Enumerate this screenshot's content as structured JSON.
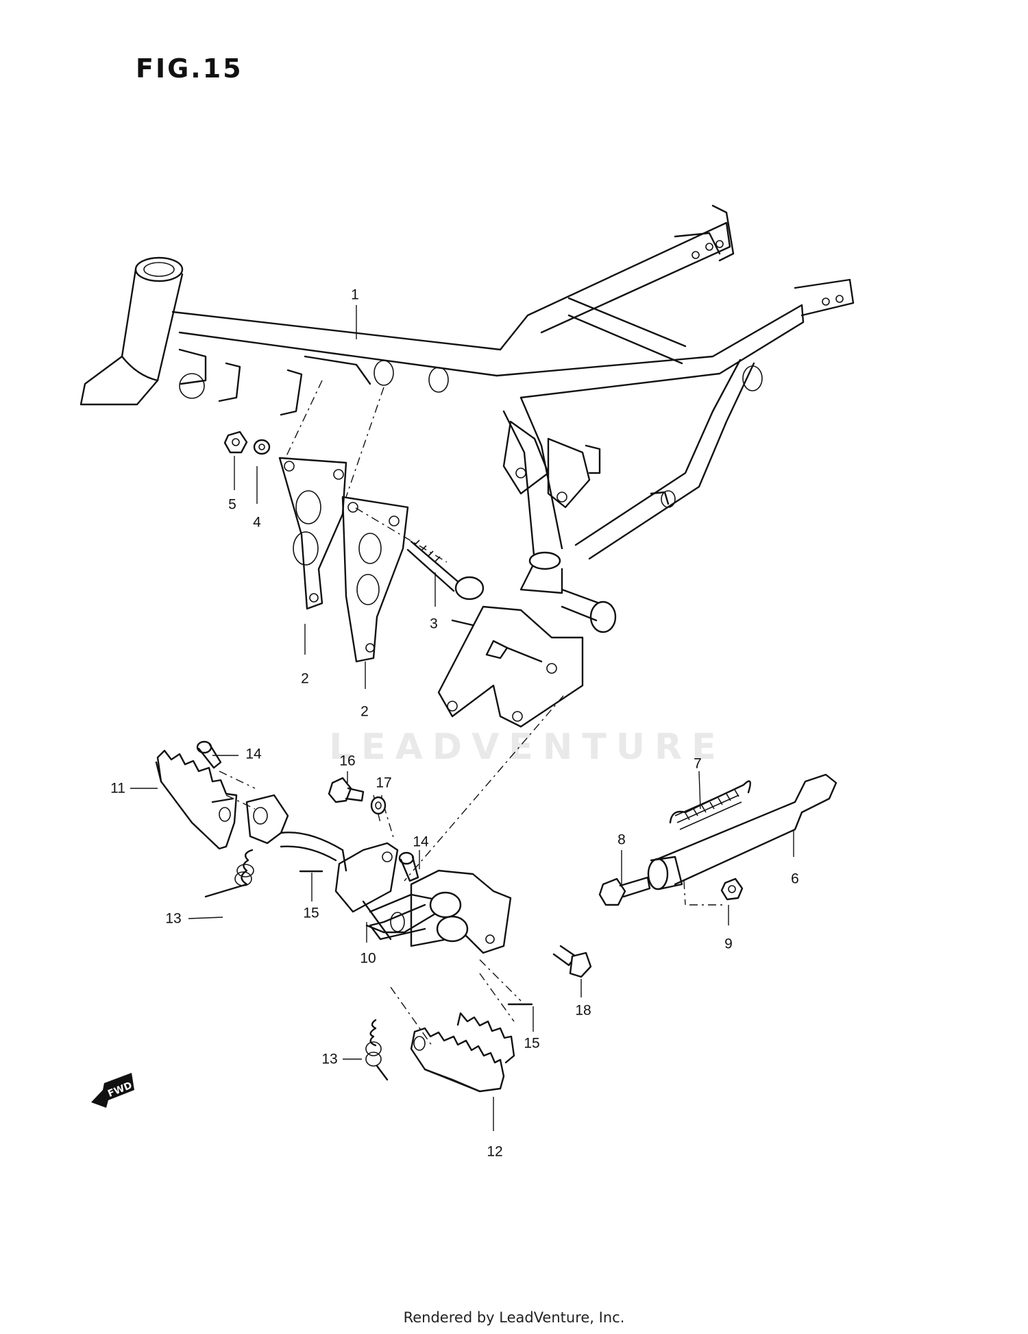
{
  "figure": {
    "title": "FIG.15"
  },
  "watermark": "LEADVENTURE",
  "footer": "Rendered by LeadVenture, Inc.",
  "fwd_badge": "FWD",
  "callouts": [
    {
      "id": "1",
      "text": "1"
    },
    {
      "id": "2a",
      "text": "2"
    },
    {
      "id": "2b",
      "text": "2"
    },
    {
      "id": "3",
      "text": "3"
    },
    {
      "id": "4",
      "text": "4"
    },
    {
      "id": "5",
      "text": "5"
    },
    {
      "id": "6",
      "text": "6"
    },
    {
      "id": "7",
      "text": "7"
    },
    {
      "id": "8",
      "text": "8"
    },
    {
      "id": "9",
      "text": "9"
    },
    {
      "id": "10",
      "text": "10"
    },
    {
      "id": "11",
      "text": "11"
    },
    {
      "id": "12",
      "text": "12"
    },
    {
      "id": "13a",
      "text": "13"
    },
    {
      "id": "13b",
      "text": "13"
    },
    {
      "id": "14a",
      "text": "14"
    },
    {
      "id": "14b",
      "text": "14"
    },
    {
      "id": "15a",
      "text": "15"
    },
    {
      "id": "15b",
      "text": "15"
    },
    {
      "id": "16",
      "text": "16"
    },
    {
      "id": "17",
      "text": "17"
    },
    {
      "id": "18",
      "text": "18"
    }
  ]
}
